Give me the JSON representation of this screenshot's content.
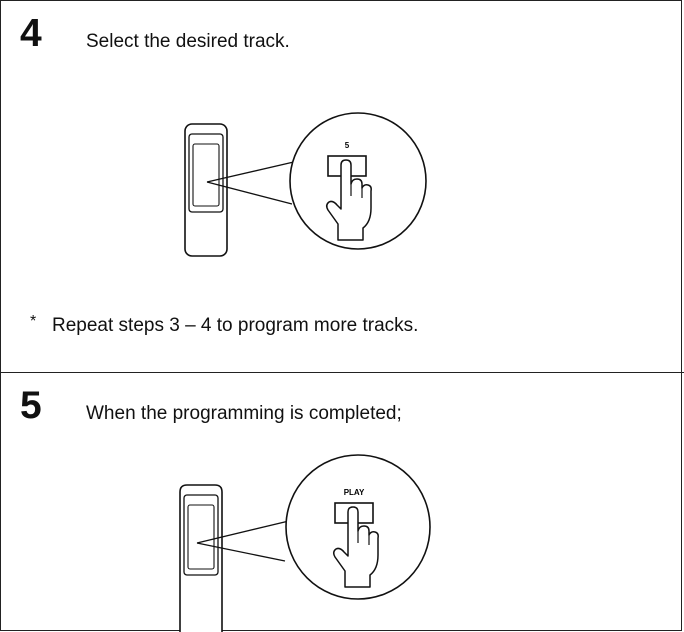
{
  "steps": [
    {
      "number": "4",
      "text": "Select the desired track.",
      "button_label": "5"
    },
    {
      "number": "5",
      "text": "When the programming is completed;",
      "button_label": "PLAY"
    }
  ],
  "note": {
    "marker": "*",
    "text": "Repeat steps 3 – 4 to program more tracks."
  }
}
